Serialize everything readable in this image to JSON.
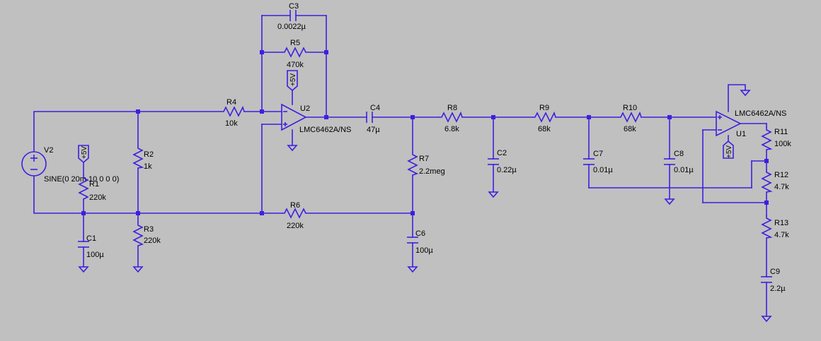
{
  "colors": {
    "background": "#c0c0c0",
    "wire": "#3e1fe0",
    "text": "#000000"
  },
  "components": {
    "V2": {
      "name": "V2",
      "value": "SINE(0 20m 10 0 0 0)"
    },
    "R1": {
      "name": "R1",
      "value": "220k"
    },
    "R2": {
      "name": "R2",
      "value": "1k"
    },
    "R3": {
      "name": "R3",
      "value": "220k"
    },
    "R4": {
      "name": "R4",
      "value": "10k"
    },
    "R5": {
      "name": "R5",
      "value": "470k"
    },
    "R6": {
      "name": "R6",
      "value": "220k"
    },
    "R7": {
      "name": "R7",
      "value": "2.2meg"
    },
    "R8": {
      "name": "R8",
      "value": "6.8k"
    },
    "R9": {
      "name": "R9",
      "value": "68k"
    },
    "R10": {
      "name": "R10",
      "value": "68k"
    },
    "R11": {
      "name": "R11",
      "value": "100k"
    },
    "R12": {
      "name": "R12",
      "value": "4.7k"
    },
    "R13": {
      "name": "R13",
      "value": "4.7k"
    },
    "C1": {
      "name": "C1",
      "value": "100µ"
    },
    "C2": {
      "name": "C2",
      "value": "0.22µ"
    },
    "C3": {
      "name": "C3",
      "value": "0.0022µ"
    },
    "C4": {
      "name": "C4",
      "value": "47µ"
    },
    "C6": {
      "name": "C6",
      "value": "100µ"
    },
    "C7": {
      "name": "C7",
      "value": "0.01µ"
    },
    "C8": {
      "name": "C8",
      "value": "0.01µ"
    },
    "C9": {
      "name": "C9",
      "value": "2.2µ"
    },
    "U1": {
      "name": "U1",
      "value": "LMC6462A/NS"
    },
    "U2": {
      "name": "U2",
      "value": "LMC6462A/NS"
    }
  },
  "power": {
    "supply_label": "+5V"
  }
}
